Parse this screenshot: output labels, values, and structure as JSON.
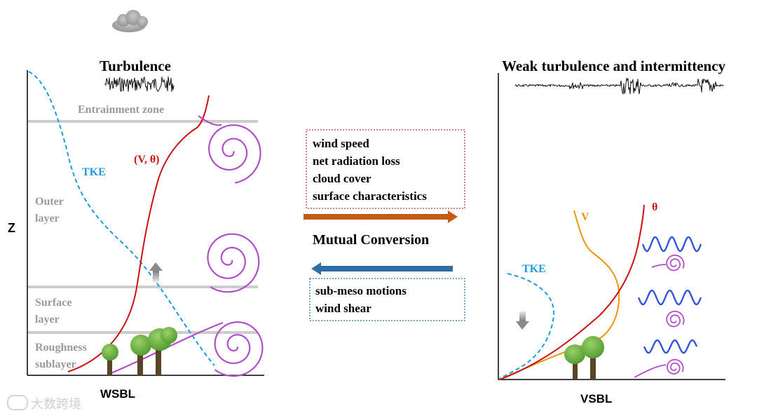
{
  "left_panel": {
    "title": "Turbulence",
    "entrainment_label": "Entrainment zone",
    "outer_label": "Outer\nlayer",
    "surface_label": "Surface\nlayer",
    "roughness_label": "Roughness\nsublayer",
    "tke_label": "TKE",
    "v_theta_label": "(V, θ)",
    "x_label": "WSBL"
  },
  "z_axis_label": "Z",
  "middle": {
    "factors": "wind speed\nnet radiation loss\ncloud cover\nsurface characteristics",
    "mutual_label": "Mutual Conversion",
    "motions": "sub-meso motions\n wind shear"
  },
  "right_panel": {
    "title": "Weak turbulence and intermittency",
    "v_label": "V",
    "theta_label": "θ",
    "tke_label": "TKE",
    "x_label": "VSBL"
  },
  "colors": {
    "tke": "#1e9be0",
    "red_curve": "#cc1111",
    "orange_curve": "#f0940a",
    "spiral": "#b050c8",
    "wave": "#3355dd",
    "layer_line": "#cccccc",
    "arrow_right": "#c55a11",
    "arrow_left": "#2e6da4"
  },
  "watermark": "大数跨境"
}
